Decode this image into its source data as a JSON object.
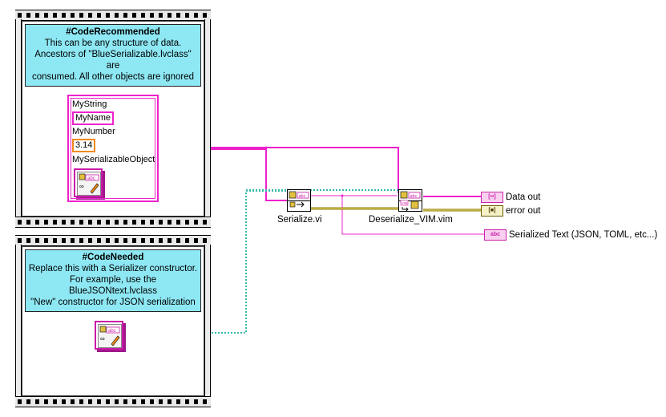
{
  "frames": {
    "recommended": {
      "comment_title": "#CodeRecommended",
      "comment_lines": [
        "This can be any structure of data.",
        "Ancestors of \"BlueSerializable.lvclass\" are",
        "consumed.  All other objects are ignored"
      ]
    },
    "needed": {
      "comment_title": "#CodeNeeded",
      "comment_lines": [
        "Replace this with a Serializer constructor.",
        "For example, use the BlueJSONtext.lvclass",
        "\"New\" constructor for JSON serialization"
      ]
    }
  },
  "cluster": {
    "labels": [
      "MyString",
      "MyNumber",
      "MySerializableObject"
    ],
    "string_value": "MyName",
    "number_value": "3.14"
  },
  "subvis": {
    "serialize": {
      "label": "Serialize.vi",
      "icon_text": "abc"
    },
    "deserialize": {
      "label": "Deserialize_VIM.vim",
      "icon_text": "abc",
      "badge": "VIM"
    }
  },
  "icon_text": {
    "abc": "abc",
    "obj": "abc"
  },
  "indicators": {
    "data_out": "Data out",
    "error_out": "error out",
    "serialized_text": "Serialized Text (JSON, TOML, etc...)",
    "data_glyph": "[••]",
    "error_glyph": "[■]",
    "text_glyph": "abc"
  },
  "colors": {
    "comment_bg": "#8ee8f4",
    "cluster_wire": "#ee22cc",
    "class_wire": "#33bbaa",
    "error_wire": "#8a7a00",
    "number_border": "#f08a1a"
  }
}
